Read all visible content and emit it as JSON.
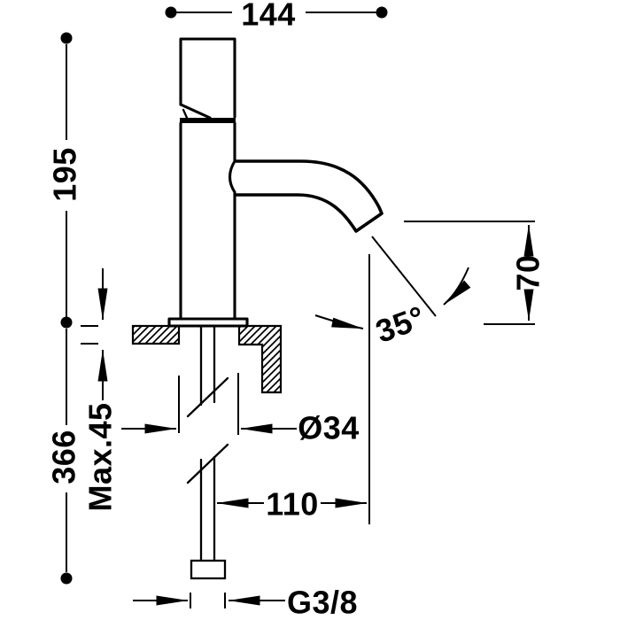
{
  "diagram": {
    "type": "faucet-technical-drawing",
    "colors": {
      "line": "#000000",
      "background": "#ffffff"
    },
    "labels": {
      "overall_width": "144",
      "height_above_deck": "195",
      "outlet_height": "70",
      "outlet_angle": "35°",
      "body_diameter": "Ø34",
      "max_deck_thickness": "Max.45",
      "height_below_deck": "366",
      "outlet_offset": "110",
      "inlet_thread": "G3/8"
    }
  }
}
